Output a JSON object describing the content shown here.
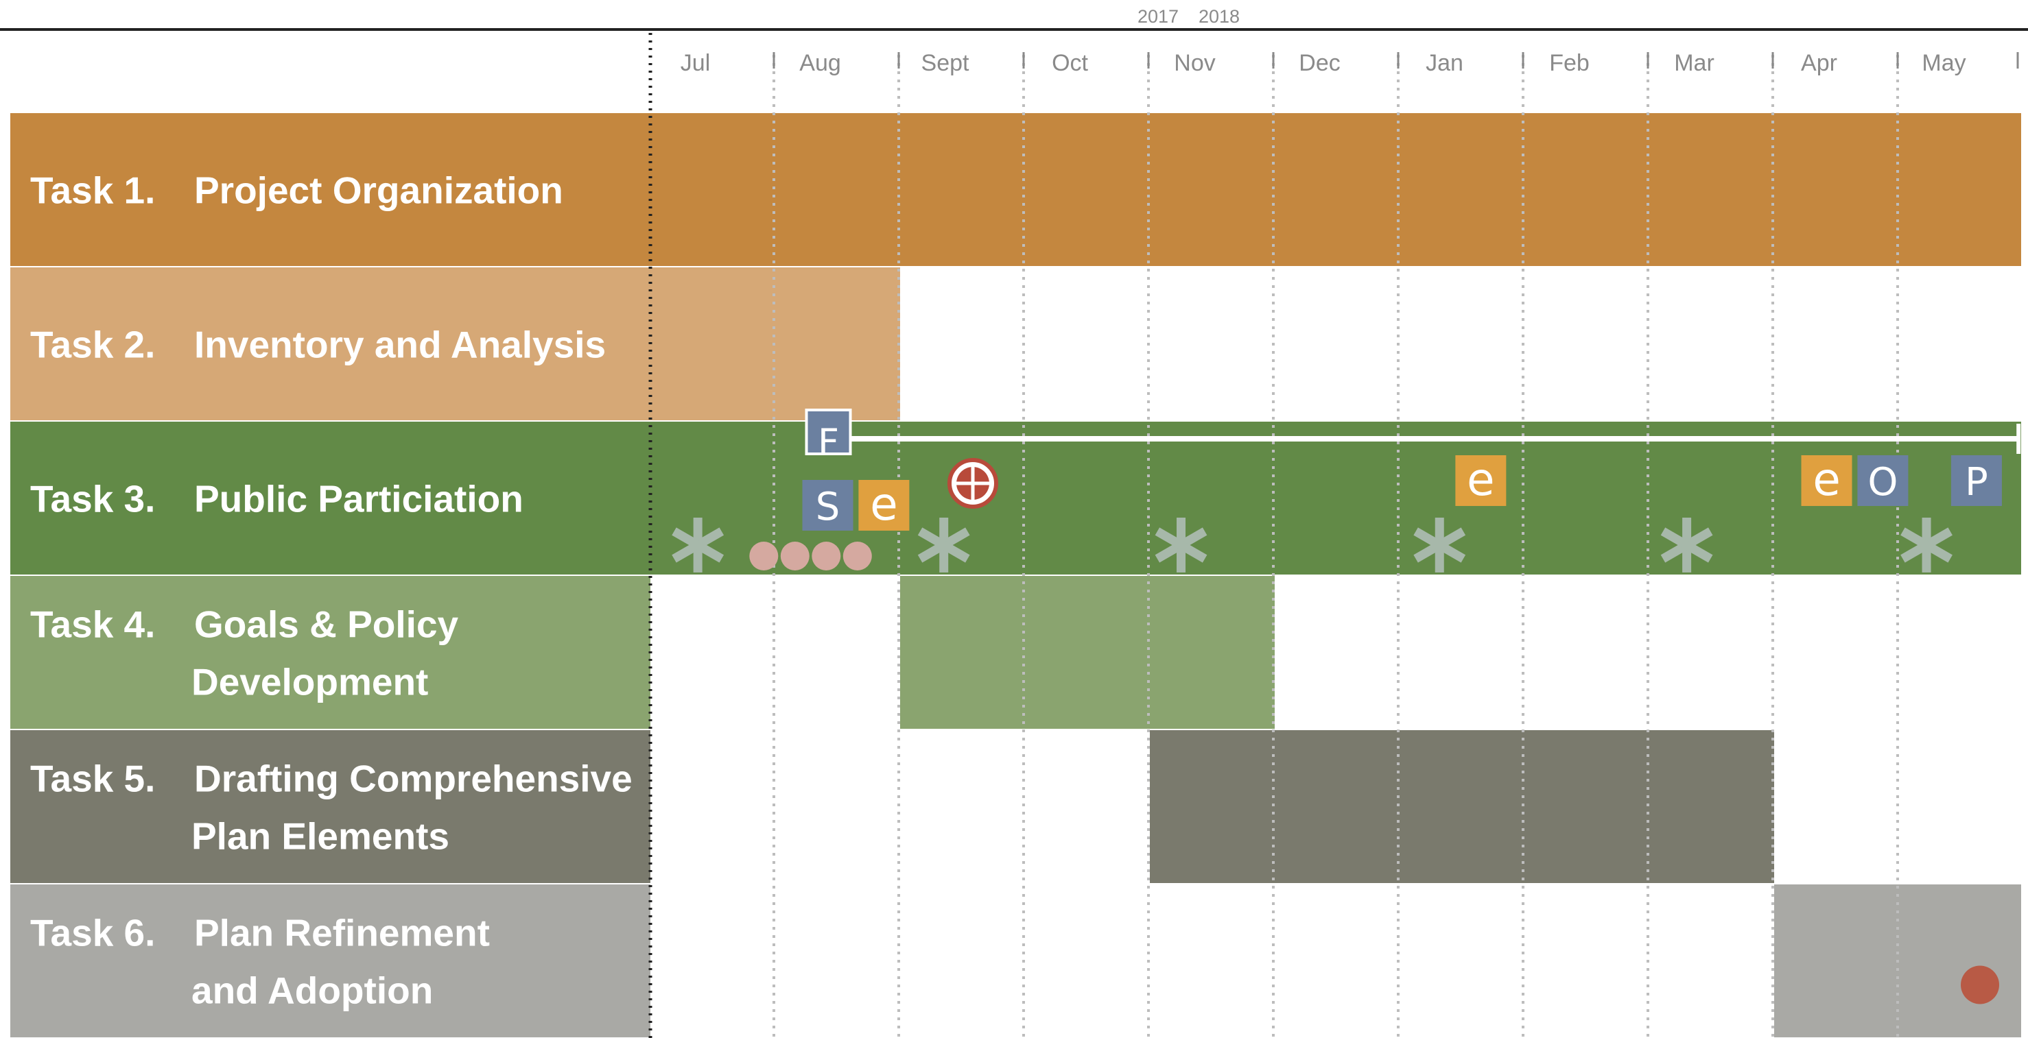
{
  "chart_data": {
    "type": "gantt",
    "year_labels": [
      "2017",
      "2018"
    ],
    "months": [
      "Jul",
      "Aug",
      "Sept",
      "Oct",
      "Nov",
      "Dec",
      "Jan",
      "Feb",
      "Mar",
      "Apr",
      "May"
    ],
    "tasks": [
      {
        "id": "task1",
        "number": "Task 1.",
        "name_lines": [
          "Project Organization"
        ],
        "start": 0,
        "end": 11,
        "color": "#c4873f"
      },
      {
        "id": "task2",
        "number": "Task 2.",
        "name_lines": [
          "Inventory and Analysis"
        ],
        "start": 0,
        "end": 2,
        "color": "#d6a876"
      },
      {
        "id": "task3",
        "number": "Task 3.",
        "name_lines": [
          "Public Particiation"
        ],
        "start": 0,
        "end": 11,
        "color": "#628a47"
      },
      {
        "id": "task4",
        "number": "Task 4.",
        "name_lines": [
          "Goals & Policy",
          "Development"
        ],
        "start": 2,
        "end": 5,
        "color": "#8aa46f"
      },
      {
        "id": "task5",
        "number": "Task 5.",
        "name_lines": [
          "Drafting Comprehensive",
          "Plan Elements"
        ],
        "start": 4,
        "end": 9,
        "color": "#7a7a6d"
      },
      {
        "id": "task6",
        "number": "Task 6.",
        "name_lines": [
          "Plan Refinement",
          "and Adoption"
        ],
        "start": 9,
        "end": 11,
        "color": "#a9a9a5"
      }
    ],
    "task3_span_line": {
      "start": 1.25,
      "end": 10.6,
      "label": "F"
    },
    "milestones": [
      {
        "name": "letter-s",
        "kind": "letter",
        "text": "S",
        "color": "#6b80a0",
        "month": 1.25,
        "row": 2
      },
      {
        "name": "letter-e-aug",
        "kind": "letter",
        "text": "e",
        "color": "#e0a03f",
        "month": 1.7,
        "row": 2
      },
      {
        "name": "crosshair",
        "kind": "crosshair",
        "color": "#b84a3a",
        "month": 2.5,
        "row": 2
      },
      {
        "name": "letter-e-jan",
        "kind": "letter",
        "text": "e",
        "color": "#e0a03f",
        "month": 6.48,
        "row": 2
      },
      {
        "name": "letter-e-apr",
        "kind": "letter",
        "text": "e",
        "color": "#e0a03f",
        "month": 9.25,
        "row": 2
      },
      {
        "name": "letter-o",
        "kind": "letter",
        "text": "O",
        "color": "#6b80a0",
        "month": 9.7,
        "row": 2
      },
      {
        "name": "letter-p",
        "kind": "letter",
        "text": "P",
        "color": "#6b80a0",
        "month": 10.45,
        "row": 2
      },
      {
        "name": "asterisk-1",
        "kind": "asterisk",
        "color": "#a7b8aa",
        "month": 0.38,
        "row": 2
      },
      {
        "name": "asterisk-2",
        "kind": "asterisk",
        "color": "#a7b8aa",
        "month": 2.35,
        "row": 2
      },
      {
        "name": "asterisk-3",
        "kind": "asterisk",
        "color": "#a7b8aa",
        "month": 4.25,
        "row": 2
      },
      {
        "name": "asterisk-4",
        "kind": "asterisk",
        "color": "#a7b8aa",
        "month": 6.32,
        "row": 2
      },
      {
        "name": "asterisk-5",
        "kind": "asterisk",
        "color": "#a7b8aa",
        "month": 8.3,
        "row": 2
      },
      {
        "name": "asterisk-6",
        "kind": "asterisk",
        "color": "#a7b8aa",
        "month": 10.22,
        "row": 2
      },
      {
        "name": "circle-1",
        "kind": "small-circle",
        "color": "#d5a9a0",
        "month": 1.15,
        "row": 2
      },
      {
        "name": "circle-2",
        "kind": "small-circle",
        "color": "#d5a9a0",
        "month": 1.4,
        "row": 2
      },
      {
        "name": "circle-3",
        "kind": "small-circle",
        "color": "#d5a9a0",
        "month": 1.65,
        "row": 2
      },
      {
        "name": "circle-4",
        "kind": "small-circle",
        "color": "#d5a9a0",
        "month": 1.9,
        "row": 2
      },
      {
        "name": "adoption-dot",
        "kind": "large-dot",
        "color": "#b85a45",
        "month": 10.5,
        "row": 5
      }
    ]
  }
}
